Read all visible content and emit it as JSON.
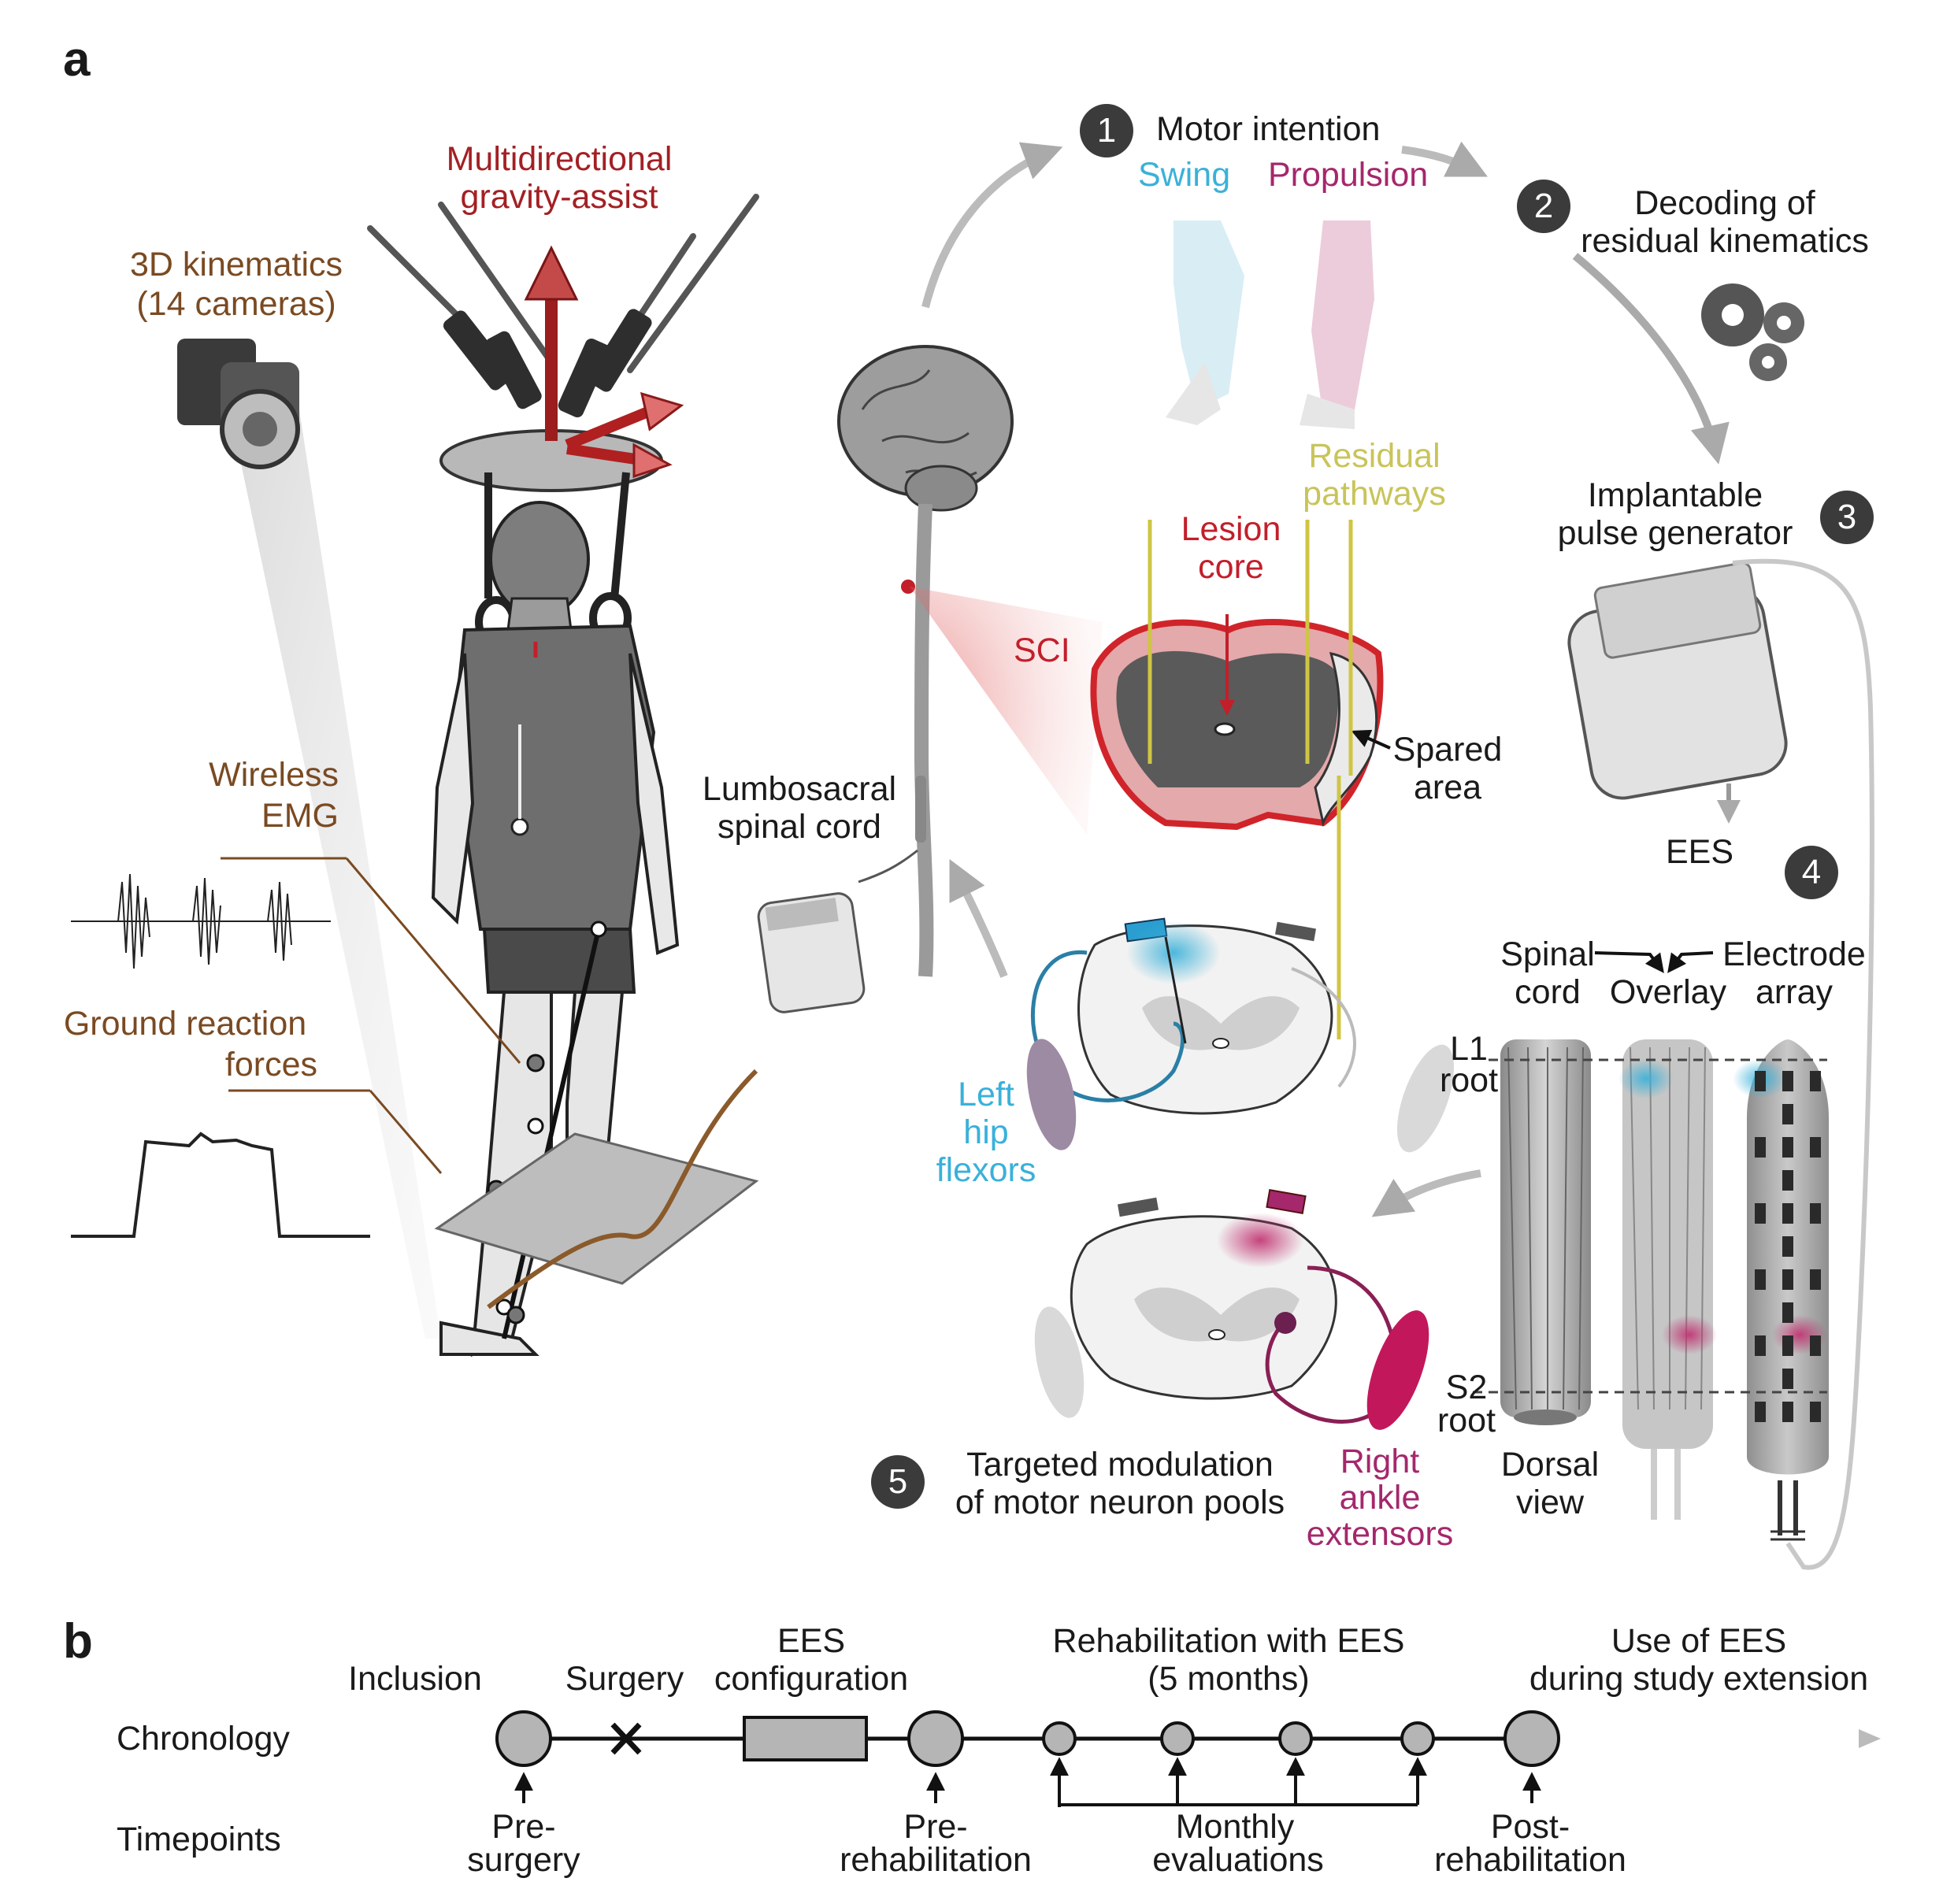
{
  "panels": {
    "a": "a",
    "b": "b"
  },
  "setup": {
    "gravity_assist": [
      "Multidirectional",
      "gravity-assist"
    ],
    "kinematics": [
      "3D kinematics",
      "(14 cameras)"
    ],
    "emg": [
      "Wireless",
      "EMG"
    ],
    "grf": [
      "Ground reaction",
      "forces"
    ]
  },
  "steps": {
    "n1": "1",
    "motor_intention": "Motor intention",
    "swing": "Swing",
    "propulsion": "Propulsion",
    "n2": "2",
    "decoding": [
      "Decoding of",
      "residual kinematics"
    ],
    "n3": "3",
    "ipg": [
      "Implantable",
      "pulse generator"
    ],
    "n4": "4",
    "ees": "EES",
    "n5": "5",
    "targeted": [
      "Targeted modulation",
      "of motor neuron pools"
    ]
  },
  "cord": {
    "residual": [
      "Residual",
      "pathways"
    ],
    "lesion": [
      "Lesion",
      "core"
    ],
    "sci": "SCI",
    "spared": [
      "Spared",
      "area"
    ],
    "lumbosacral": [
      "Lumbosacral",
      "spinal cord"
    ],
    "left_hip": [
      "Left",
      "hip",
      "flexors"
    ],
    "right_ankle": [
      "Right",
      "ankle",
      "extensors"
    ]
  },
  "array": {
    "spinal_cord": [
      "Spinal",
      "cord"
    ],
    "overlay": "Overlay",
    "electrode": [
      "Electrode",
      "array"
    ],
    "l1": [
      "L1",
      "root"
    ],
    "s2": [
      "S2",
      "root"
    ],
    "dorsal": [
      "Dorsal",
      "view"
    ],
    "dash_colors": {
      "blue": "#3ab1d9",
      "magenta": "#b0306f"
    }
  },
  "timeline": {
    "row_chronology": "Chronology",
    "row_timepoints": "Timepoints",
    "inclusion": "Inclusion",
    "surgery": "Surgery",
    "ees_config": [
      "EES",
      "configuration"
    ],
    "rehab": [
      "Rehabilitation with EES",
      "(5 months)"
    ],
    "extension": [
      "Use of EES",
      "during study extension"
    ],
    "pre_surgery": [
      "Pre-",
      "surgery"
    ],
    "pre_rehab": [
      "Pre-",
      "rehabilitation"
    ],
    "monthly": [
      "Monthly",
      "evaluations"
    ],
    "post_rehab": [
      "Post-",
      "rehabilitation"
    ]
  },
  "colors": {
    "red": "#c21f2a",
    "blue": "#3ab1d9",
    "magenta": "#a5276c",
    "olive": "#c9c45a",
    "brown": "#7a4a22"
  }
}
